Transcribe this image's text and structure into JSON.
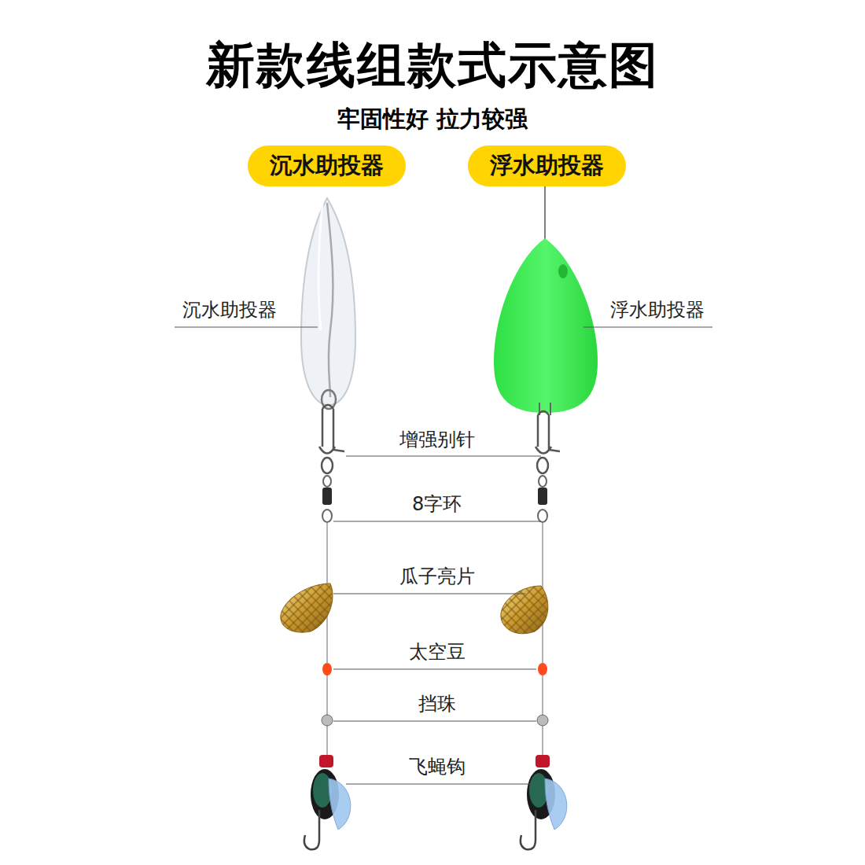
{
  "diagram": {
    "title": "新款线组款式示意图",
    "nodes": [
      {
        "text": [
          "沉水助投器"
        ]
      },
      {
        "text": [
          "浮水助投器"
        ]
      }
    ],
    "labels": [
      "牢固性好 拉力较强",
      "沉水助投器",
      "浮水助投器",
      "增强别针",
      "8字环",
      "瓜子亮片",
      "太空豆",
      "挡珠",
      "飞蝇钩"
    ]
  }
}
